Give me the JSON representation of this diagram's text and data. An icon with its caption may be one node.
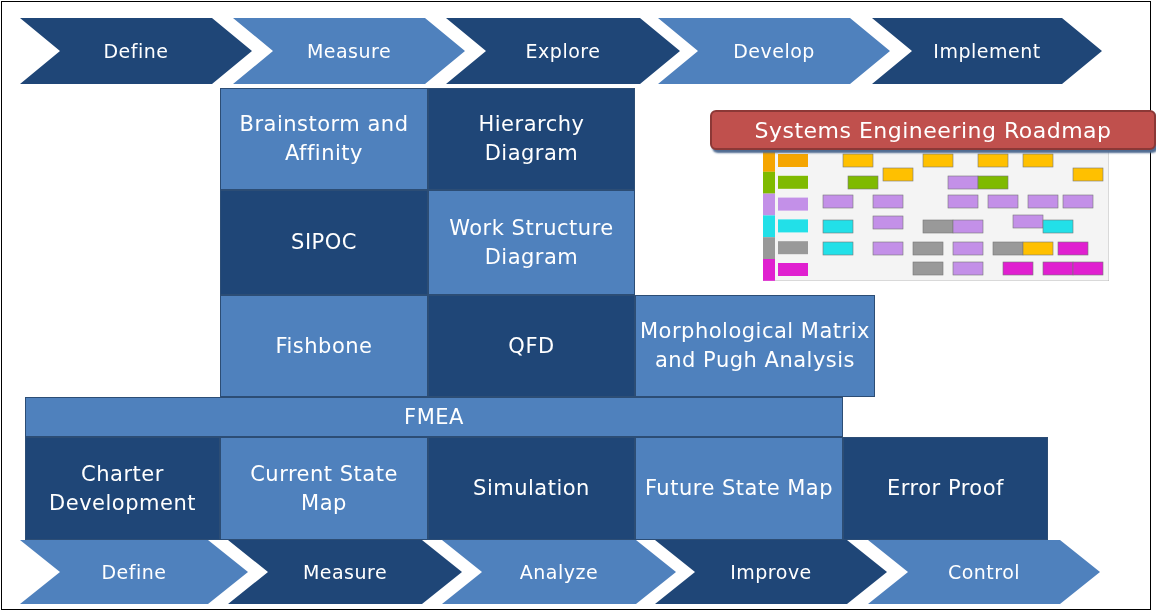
{
  "diagram": {
    "nodes": [
      {
        "text": [
          "Define"
        ]
      },
      {
        "text": [
          "Measure"
        ]
      },
      {
        "text": [
          "Explore"
        ]
      },
      {
        "text": [
          "Develop"
        ]
      },
      {
        "text": [
          "Implement"
        ]
      },
      {
        "text": [
          "Brainstorm and Affinity"
        ]
      },
      {
        "text": [
          "Hierarchy Diagram"
        ]
      },
      {
        "text": [
          "SIPOC"
        ]
      },
      {
        "text": [
          "Work Structure Diagram"
        ]
      },
      {
        "text": [
          "Fishbone"
        ]
      },
      {
        "text": [
          "QFD"
        ]
      },
      {
        "text": [
          "Morphological Matrix and Pugh Analysis"
        ]
      },
      {
        "text": [
          "Systems Engineering Roadmap"
        ]
      },
      {
        "text": [
          "FMEA"
        ]
      },
      {
        "text": [
          "Charter Development"
        ]
      },
      {
        "text": [
          "Current State Map"
        ]
      },
      {
        "text": [
          "Simulation"
        ]
      },
      {
        "text": [
          "Future State Map"
        ]
      },
      {
        "text": [
          "Error Proof"
        ]
      },
      {
        "text": [
          "Define"
        ]
      },
      {
        "text": [
          "Measure"
        ]
      },
      {
        "text": [
          "Analyze"
        ]
      },
      {
        "text": [
          "Improve"
        ]
      },
      {
        "text": [
          "Control"
        ]
      }
    ]
  }
}
